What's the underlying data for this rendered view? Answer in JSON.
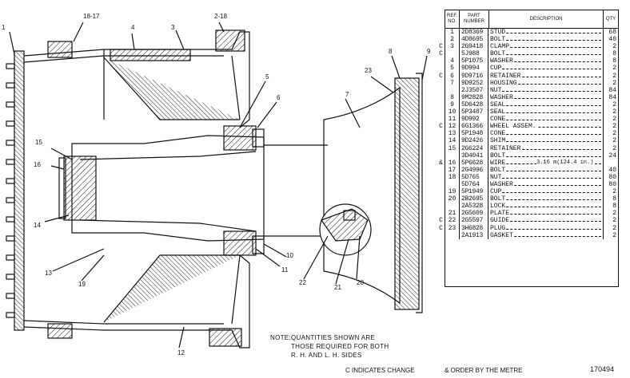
{
  "callouts": [
    "1",
    "18-17",
    "4",
    "3",
    "2-18",
    "5",
    "6",
    "23",
    "8",
    "9",
    "7",
    "15",
    "16",
    "14",
    "13",
    "19",
    "11",
    "10",
    "22",
    "21",
    "20",
    "12"
  ],
  "note": {
    "label": "NOTE:",
    "lines": [
      "QUANTITIES SHOWN ARE",
      "THOSE REQUIRED FOR BOTH",
      "R. H. AND L. H. SIDES"
    ]
  },
  "legend": {
    "change": "C  INDICATES CHANGE",
    "metre": "& ORDER BY THE METRE"
  },
  "drawing_number": "170494",
  "table": {
    "headers": {
      "ref": "REF. NO.",
      "part": "PART NUMBER",
      "desc": "DESCRIPTION",
      "qty": "QTY"
    },
    "rows": [
      {
        "mark": "",
        "ref": "1",
        "part": "2D8369",
        "desc": "STUD",
        "qty": "68"
      },
      {
        "mark": "",
        "ref": "2",
        "part": "4D8695",
        "desc": "BOLT",
        "qty": "40"
      },
      {
        "mark": "C",
        "ref": "3",
        "part": "2G9418",
        "desc": "CLAMP",
        "qty": "2"
      },
      {
        "mark": "C",
        "ref": "",
        "part": "5J988",
        "desc": "BOLT",
        "qty": "8"
      },
      {
        "mark": "",
        "ref": "4",
        "part": "5P1075",
        "desc": "WASHER",
        "qty": "8"
      },
      {
        "mark": "",
        "ref": "5",
        "part": "9D994",
        "desc": "CUP",
        "qty": "2"
      },
      {
        "mark": "C",
        "ref": "6",
        "part": "9D9716",
        "desc": "RETAINER",
        "qty": "2"
      },
      {
        "mark": "",
        "ref": "7",
        "part": "9D9252",
        "desc": "HOUSING",
        "qty": "2"
      },
      {
        "mark": "",
        "ref": "",
        "part": "2J3507",
        "desc": "NUT",
        "qty": "84"
      },
      {
        "mark": "",
        "ref": "8",
        "part": "9M2828",
        "desc": "WASHER",
        "qty": "84"
      },
      {
        "mark": "",
        "ref": "9",
        "part": "5D6428",
        "desc": "SEAL",
        "qty": "2"
      },
      {
        "mark": "",
        "ref": "10",
        "part": "5P3487",
        "desc": "SEAL",
        "qty": "2"
      },
      {
        "mark": "",
        "ref": "11",
        "part": "9D992",
        "desc": "CONE",
        "qty": "2"
      },
      {
        "mark": "C",
        "ref": "12",
        "part": "6G1366",
        "desc": "WHEEL ASSEM.",
        "qty": "2"
      },
      {
        "mark": "",
        "ref": "13",
        "part": "5P1948",
        "desc": "CONE",
        "qty": "2"
      },
      {
        "mark": "",
        "ref": "14",
        "part": "9D2426",
        "desc": "SHIM",
        "qty": "2"
      },
      {
        "mark": "",
        "ref": "15",
        "part": "2G6224",
        "desc": "RETAINER",
        "qty": "2"
      },
      {
        "mark": "",
        "ref": "",
        "part": "3D4041",
        "desc": "BOLT",
        "qty": "24"
      },
      {
        "mark": "&",
        "ref": "16",
        "part": "5P6628",
        "desc": "WIRE",
        "note": "3.16 m(124.4 in.)",
        "qty": ""
      },
      {
        "mark": "",
        "ref": "17",
        "part": "2G4996",
        "desc": "BOLT",
        "qty": "40"
      },
      {
        "mark": "",
        "ref": "18",
        "part": "5D765",
        "desc": "NUT",
        "qty": "80"
      },
      {
        "mark": "",
        "ref": "",
        "part": "5D764",
        "desc": "WASHER",
        "qty": "80"
      },
      {
        "mark": "",
        "ref": "19",
        "part": "5P1949",
        "desc": "CUP",
        "qty": "2"
      },
      {
        "mark": "",
        "ref": "20",
        "part": "2B2695",
        "desc": "BOLT",
        "qty": "8"
      },
      {
        "mark": "",
        "ref": "",
        "part": "2A5328",
        "desc": "LOCK",
        "qty": "8"
      },
      {
        "mark": "",
        "ref": "21",
        "part": "2G5609",
        "desc": "PLATE",
        "qty": "2"
      },
      {
        "mark": "C",
        "ref": "22",
        "part": "2G5597",
        "desc": "GUIDE",
        "qty": "2"
      },
      {
        "mark": "C",
        "ref": "23",
        "part": "3H6828",
        "desc": "PLUG",
        "qty": "2"
      },
      {
        "mark": "",
        "ref": "",
        "part": "2A1913",
        "desc": "GASKET",
        "qty": "2"
      }
    ]
  }
}
